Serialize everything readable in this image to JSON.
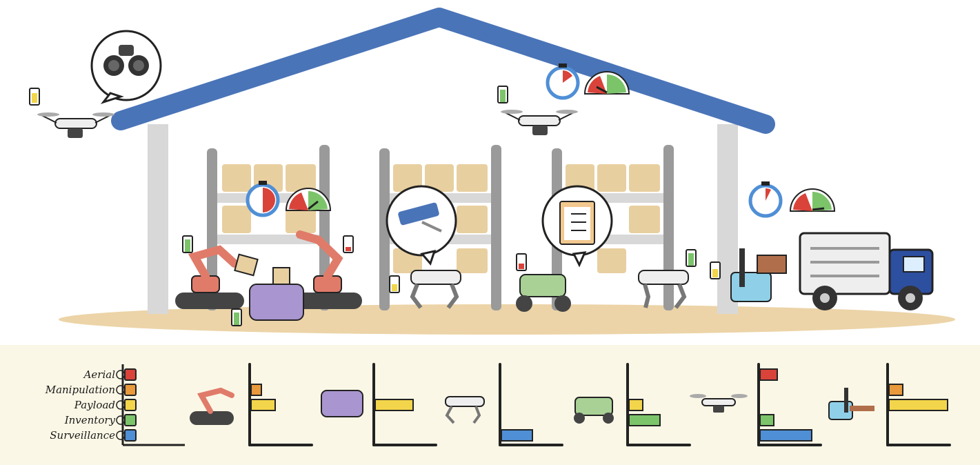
{
  "legend": {
    "categories": [
      {
        "key": "aerial",
        "label": "Aerial",
        "color": "#d9433a",
        "icon": "binary-icon"
      },
      {
        "key": "manipulation",
        "label": "Manipulation",
        "color": "#e89a3c",
        "icon": "step-icon"
      },
      {
        "key": "payload",
        "label": "Payload",
        "color": "#f2d54a",
        "icon": "gauge-icon"
      },
      {
        "key": "inventory",
        "label": "Inventory",
        "color": "#7cc46a",
        "icon": "gauge-icon"
      },
      {
        "key": "surveillance",
        "label": "Surveillance",
        "color": "#4f8fd6",
        "icon": "gauge-icon"
      }
    ]
  },
  "chart_data": {
    "type": "bar",
    "note_orientation": "horizontal",
    "categories": [
      "Aerial",
      "Manipulation",
      "Payload",
      "Inventory",
      "Surveillance"
    ],
    "series": [
      {
        "robot": "robot-arm-conveyor",
        "values": [
          0,
          0.15,
          0.35,
          0,
          0
        ]
      },
      {
        "robot": "mobile-cart",
        "values": [
          0,
          0,
          0.55,
          0,
          0
        ]
      },
      {
        "robot": "quadruped",
        "values": [
          0,
          0,
          0,
          0,
          0.45
        ]
      },
      {
        "robot": "wheeled-rover",
        "values": [
          0,
          0,
          0.2,
          0.45,
          0
        ]
      },
      {
        "robot": "drone",
        "values": [
          0.25,
          0,
          0,
          0.2,
          0.75
        ]
      },
      {
        "robot": "forklift",
        "values": [
          0,
          0.2,
          0.85,
          0,
          0
        ]
      }
    ],
    "ylim": [
      0,
      1
    ],
    "grid": false,
    "legend_position": "left"
  },
  "scene": {
    "colors": {
      "roof": "#4a74b8",
      "pillar": "#d8d8d8",
      "shelf": "#9a9a9a",
      "box": "#e8cfa0",
      "floor": "#ecd4a8",
      "panel": "#fbf7e6",
      "gauge_red": "#d9433a",
      "gauge_yellow": "#f2d54a",
      "gauge_green": "#7cc46a",
      "stopwatch_ring": "#4f8fd6",
      "truck_blue": "#2d4fa0"
    }
  }
}
